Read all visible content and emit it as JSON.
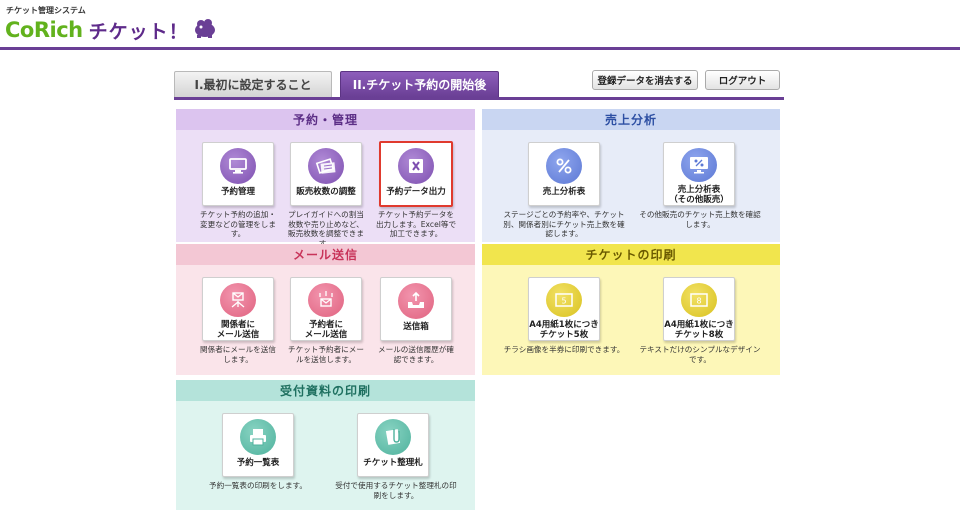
{
  "header": {
    "system_name": "チケット管理システム",
    "logo_corich": "CoRich",
    "logo_ticket": "チケット！"
  },
  "tabs": [
    {
      "label": "I.最初に設定すること",
      "active": false
    },
    {
      "label": "II.チケット予約の開始後",
      "active": true
    }
  ],
  "top_buttons": {
    "delete_label": "登録データを消去する",
    "logout_label": "ログアウト"
  },
  "sections": {
    "yoyaku": {
      "title": "予約・管理",
      "items": [
        {
          "label": "予約管理",
          "desc": "チケット予約の追加・\n変更などの管理をしま\nす。",
          "icon": "monitor-icon"
        },
        {
          "label": "販売枚数の調整",
          "desc": "プレイガイドへの割当\n枚数や売り止めなど、\n販売枚数を調整できま\nす。",
          "icon": "tickets-icon"
        },
        {
          "label": "予約データ出力",
          "desc": "チケット予約データを\n出力します。Excel等で\n加工できます。",
          "icon": "excel-icon"
        }
      ]
    },
    "uriage": {
      "title": "売上分析",
      "items": [
        {
          "label": "売上分析表",
          "desc": "ステージごとの予約率や、チケット\n別、関係者別にチケット売上数を確\n認します。",
          "icon": "percent-icon"
        },
        {
          "label": "売上分析表\n（その他販売）",
          "desc": "その他販売のチケット売上数を確認\nします。",
          "icon": "monitor-percent-icon"
        }
      ]
    },
    "mail": {
      "title": "メール送信",
      "items": [
        {
          "label": "関係者に\nメール送信",
          "desc": "関係者にメールを送信\nします。",
          "icon": "mail-broadcast-icon"
        },
        {
          "label": "予約者に\nメール送信",
          "desc": "チケット予約者にメー\nルを送信します。",
          "icon": "mail-reply-icon"
        },
        {
          "label": "送信箱",
          "desc": "メールの送信履歴が確\n認できます。",
          "icon": "outbox-icon"
        }
      ]
    },
    "insatsu": {
      "title": "チケットの印刷",
      "items": [
        {
          "label": "A4用紙1枚につき\nチケット5枚",
          "desc": "チラシ画像を半券に印刷できます。",
          "icon": "ticket-5-icon",
          "num": "5"
        },
        {
          "label": "A4用紙1枚につき\nチケット8枚",
          "desc": "テキストだけのシンプルなデザイン\nです。",
          "icon": "ticket-8-icon",
          "num": "8"
        }
      ]
    },
    "uketsuke": {
      "title": "受付資料の印刷",
      "items": [
        {
          "label": "予約一覧表",
          "desc": "予約一覧表の印刷をします。",
          "icon": "printer-icon"
        },
        {
          "label": "チケット整理札",
          "desc": "受付で使用するチケット整理札の印\n刷をします。",
          "icon": "paperclip-icon"
        }
      ]
    }
  },
  "colors": {
    "brand_purple": "#6a3f95",
    "brand_green": "#62b21d",
    "selected_border": "#e03a2e"
  }
}
